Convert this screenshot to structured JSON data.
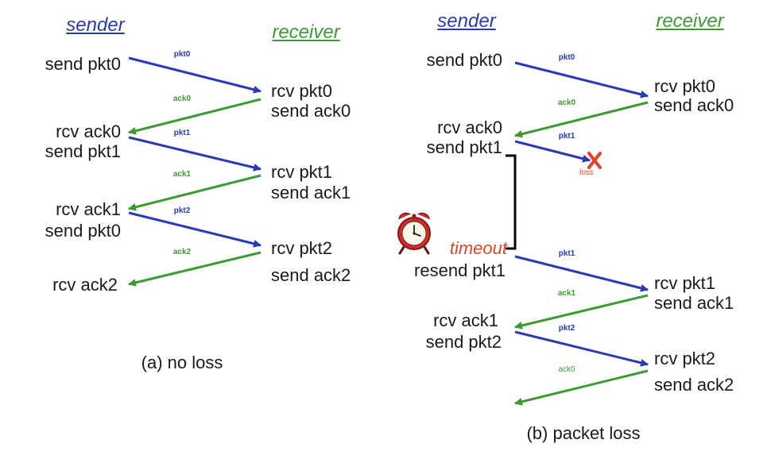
{
  "panel_a": {
    "sender_heading": "sender",
    "receiver_heading": "receiver",
    "sender_labels": [
      "send pkt0",
      "rcv ack0",
      "send pkt1",
      "rcv ack1",
      "send pkt0",
      "rcv ack2"
    ],
    "receiver_labels": [
      "rcv pkt0",
      "send ack0",
      "rcv pkt1",
      "send ack1",
      "rcv pkt2",
      "send ack2"
    ],
    "arrow_labels": [
      "pkt0",
      "ack0",
      "pkt1",
      "ack1",
      "pkt2",
      "ack2"
    ],
    "caption": "(a) no loss"
  },
  "panel_b": {
    "sender_heading": "sender",
    "receiver_heading": "receiver",
    "sender_labels": [
      "send pkt0",
      "rcv ack0",
      "send pkt1",
      "resend pkt1",
      "rcv ack1",
      "send pkt2"
    ],
    "receiver_labels": [
      "rcv pkt0",
      "send ack0",
      "rcv pkt1",
      "send ack1",
      "rcv pkt2",
      "send ack2"
    ],
    "arrow_labels": [
      "pkt0",
      "ack0",
      "pkt1",
      "pkt1",
      "ack1",
      "pkt2",
      "ack0"
    ],
    "timeout_label": "timeout",
    "loss_label": "loss",
    "loss_mark": "X",
    "caption": "(b) packet loss"
  },
  "icons": [
    "alarm-clock-icon",
    "loss-x-icon"
  ],
  "colors": {
    "packet": "#2a3ab5",
    "ack": "#3c9a32",
    "timeout": "#e0452a",
    "text": "#1a1a1a"
  }
}
